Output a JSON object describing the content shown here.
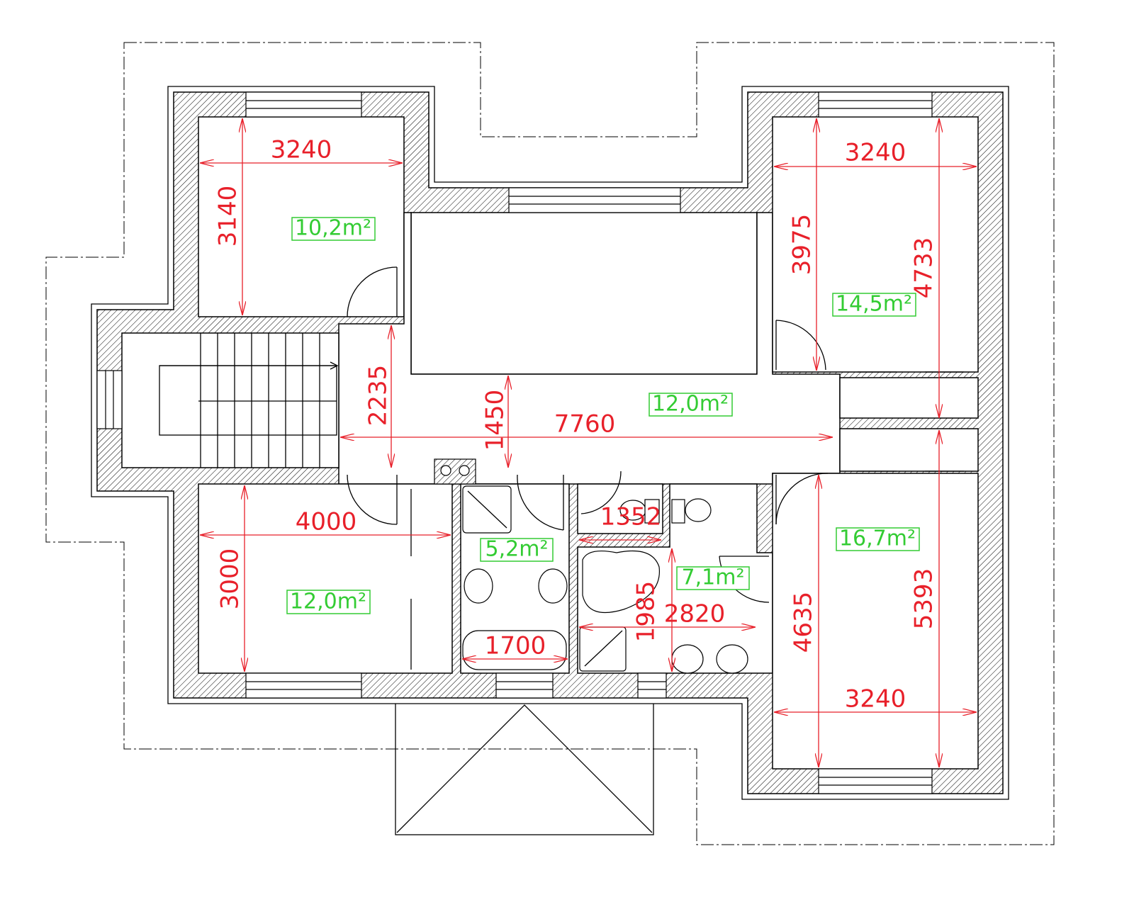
{
  "plan": {
    "colors": {
      "dimension": "#e8202a",
      "area": "#33cc33",
      "wall": "#000000"
    },
    "areas": {
      "bedroom_top_left": "10,2m²",
      "bedroom_top_right": "14,5m²",
      "hall": "12,0m²",
      "bedroom_bottom_left": "12,0m²",
      "bathroom_small": "5,2m²",
      "bathroom_large": "7,1m²",
      "bedroom_bottom_right": "16,7m²"
    },
    "dimensions": {
      "tl_width": "3240",
      "tl_height": "3140",
      "tr_width": "3240",
      "tr_height": "3975",
      "tr_full_height": "4733",
      "hall_height": "2235",
      "hall_narrow": "1450",
      "hall_length": "7760",
      "bl_width": "4000",
      "bl_height": "3000",
      "wc_width": "1352",
      "bath_height": "1985",
      "bath_width": "2820",
      "tub_length": "1700",
      "br_height": "4635",
      "br_full_height": "5393",
      "br_width": "3240"
    }
  }
}
